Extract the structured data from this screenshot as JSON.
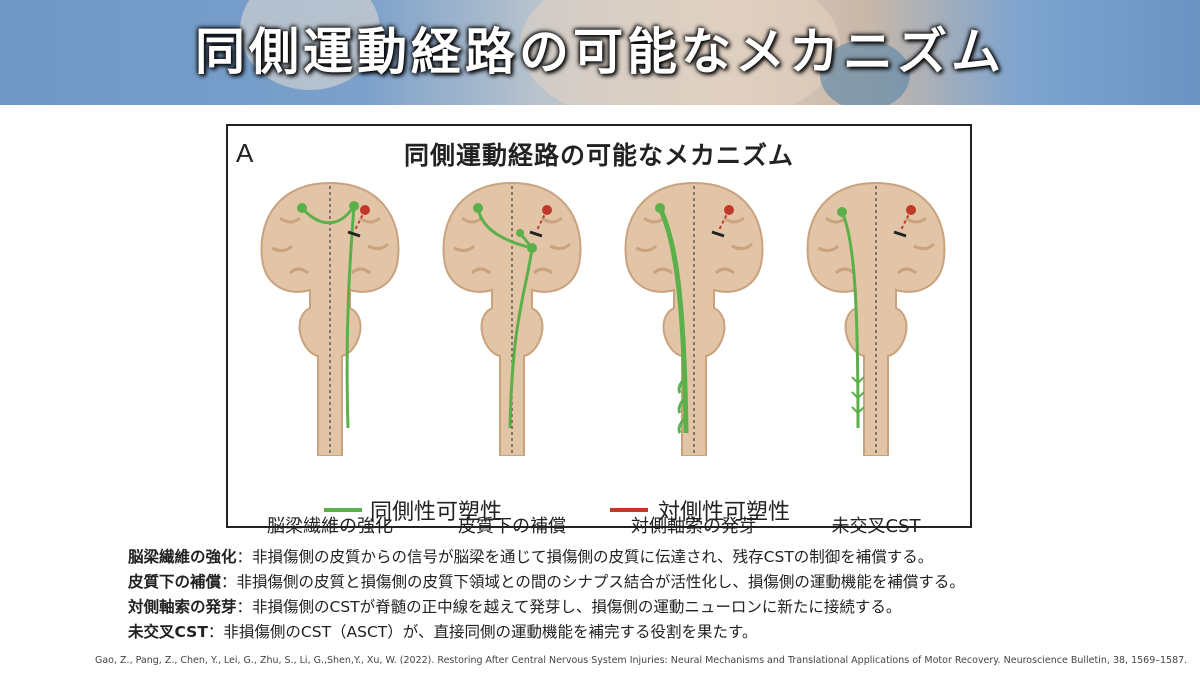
{
  "banner": {
    "title": "同側運動経路の可能なメカニズム"
  },
  "figure": {
    "letter": "A",
    "title": "同側運動経路の可能なメカニズム",
    "panels": [
      {
        "label": "脳梁繊維の強化"
      },
      {
        "label": "皮質下の補償"
      },
      {
        "label": "対側軸索の発芽"
      },
      {
        "label": "未交叉CST"
      }
    ],
    "legend": [
      {
        "label": "同側性可塑性",
        "color": "#5bb04a"
      },
      {
        "label": "対側性可塑性",
        "color": "#c0392b"
      }
    ]
  },
  "descriptions": [
    {
      "term": "脳梁繊維の強化",
      "text": "：非損傷側の皮質からの信号が脳梁を通じて損傷側の皮質に伝達され、残存CSTの制御を補償する。"
    },
    {
      "term": "皮質下の補償",
      "text": "：非損傷側の皮質と損傷側の皮質下領域との間のシナプス結合が活性化し、損傷側の運動機能を補償する。"
    },
    {
      "term": "対側軸索の発芽",
      "text": "：非損傷側のCSTが脊髄の正中線を越えて発芽し、損傷側の運動ニューロンに新たに接続する。"
    },
    {
      "term": "未交叉CST",
      "text": "：非損傷側のCST（ASCT）が、直接同側の運動機能を補完する役割を果たす。"
    }
  ],
  "citation": "Gao, Z., Pang, Z., Chen, Y., Lei, G., Zhu, S., Li, G.,Shen,Y., Xu, W. (2022). Restoring After Central Nervous System Injuries: Neural Mechanisms and Translational Applications of Motor Recovery. Neuroscience Bulletin, 38, 1569–1587.",
  "colors": {
    "brain": "#e2c4a6",
    "brain_outline": "#c9a27e",
    "stem": "#e6cdb0",
    "green": "#5bb04a",
    "red": "#c0392b"
  }
}
